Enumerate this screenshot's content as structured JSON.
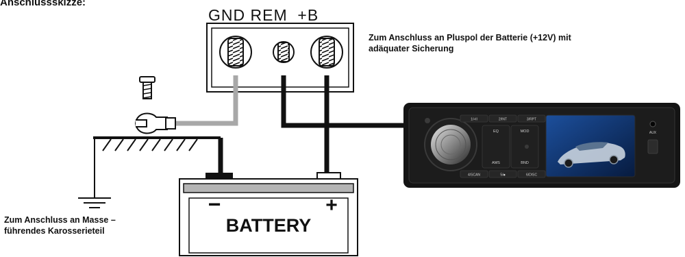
{
  "title": "Anschlussskizze:",
  "terminals": {
    "label_line": "GND REM  +B"
  },
  "notes": {
    "plus_line1": "Zum Anschluss an Pluspol der Batterie (+12V) mit",
    "plus_line2": "adäquater Sicherung",
    "ground_line1": "Zum Anschluss an Masse –",
    "ground_line2": "führendes Karosserieteil"
  },
  "battery": {
    "label": "BATTERY",
    "minus": "−",
    "plus": "+"
  },
  "radio": {
    "buttons_top": [
      "1/>II",
      "2/INT",
      "3/RPT"
    ],
    "buttons_bottom": [
      "4/SCAN",
      "5/■",
      "6/DISC"
    ],
    "side_left": [
      "EQ",
      "AMS"
    ],
    "side_right": [
      "MOD",
      "BND"
    ],
    "aux_label": "AUX"
  },
  "colors": {
    "wire_black": "#111111",
    "wire_gray": "#a8a8a8",
    "radio_body": "#141414",
    "screen": "#0f3a7a"
  }
}
